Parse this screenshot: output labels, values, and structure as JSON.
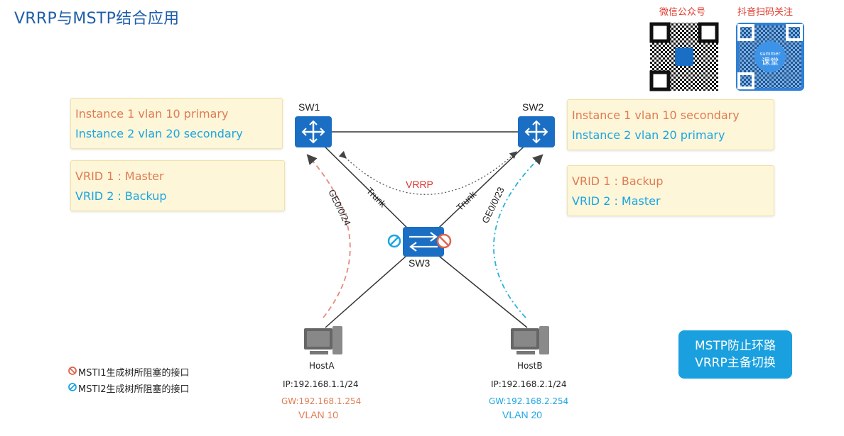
{
  "title": "VRRP与MSTP结合应用",
  "qr": {
    "wechat_label": "微信公众号",
    "douyin_label": "抖音扫码关注",
    "logo_text_small": "summer",
    "logo_text": "课堂"
  },
  "sw1": {
    "name": "SW1",
    "instance_box": [
      "Instance 1 vlan 10 primary",
      "Instance 2 vlan 20 secondary"
    ],
    "vrid_box": [
      "VRID 1 : Master",
      "VRID 2 : Backup"
    ]
  },
  "sw2": {
    "name": "SW2",
    "instance_box": [
      "Instance 1 vlan 10 secondary",
      "Instance 2 vlan 20 primary"
    ],
    "vrid_box": [
      "VRID 1 : Backup",
      "VRID 2 : Master"
    ]
  },
  "sw3": {
    "name": "SW3"
  },
  "links": {
    "vrrp_label": "VRRP",
    "trunk_left": "Trunk",
    "trunk_right": "Trunk",
    "port_left": "GE0/0/24",
    "port_right": "GE0/0/23"
  },
  "hostA": {
    "name": "HostA",
    "ip": "IP:192.168.1.1/24",
    "gw": "GW:192.168.1.254",
    "vlan": "VLAN 10"
  },
  "hostB": {
    "name": "HostB",
    "ip": "IP:192.168.2.1/24",
    "gw": "GW:192.168.2.254",
    "vlan": "VLAN 20"
  },
  "legend": {
    "msti1": "MSTI1生成树所阻塞的接口",
    "msti2": "MSTI2生成树所阻塞的接口"
  },
  "note": [
    "MSTP防止环路",
    "VRRP主备切换"
  ],
  "colors": {
    "orange": "#e07b54",
    "blue": "#1ba5e4",
    "switch": "#1a6fc4"
  }
}
